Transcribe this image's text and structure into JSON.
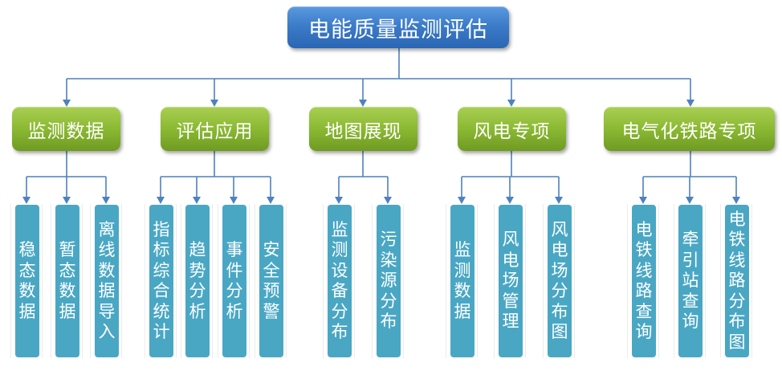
{
  "root": {
    "label": "电能质量监测评估"
  },
  "categories": [
    {
      "label": "监测数据",
      "children": [
        "稳态数据",
        "暂态数据",
        "离线数据导入"
      ]
    },
    {
      "label": "评估应用",
      "children": [
        "指标综合统计",
        "趋势分析",
        "事件分析",
        "安全预警"
      ]
    },
    {
      "label": "地图展现",
      "children": [
        "监测设备分布",
        "污染源分布"
      ]
    },
    {
      "label": "风电专项",
      "children": [
        "监测数据",
        "风电场管理",
        "风电场分布图"
      ]
    },
    {
      "label": "电气化铁路专项",
      "children": [
        "电铁线路查询",
        "牵引站查询",
        "电铁线路分布图"
      ]
    }
  ],
  "colors": {
    "root": "#3c7cc9",
    "category": "#8bb933",
    "leaf": "#4aa7c4",
    "connector": "#4f81bd"
  }
}
